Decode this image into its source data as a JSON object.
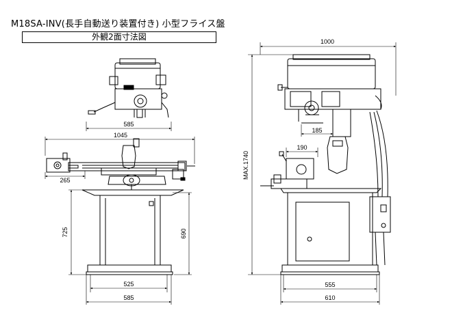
{
  "title": "M18SA-INV(長手自動送り装置付き) 小型フライス盤",
  "subtitle": "外観2面寸法図",
  "front_view": {
    "dim_585_top": "585",
    "dim_1045": "1045",
    "dim_265": "265",
    "dim_725": "725",
    "dim_690": "690",
    "dim_525": "525",
    "dim_585_bottom": "585"
  },
  "side_view": {
    "dim_1000": "1000",
    "dim_max_1740": "MAX.1740",
    "dim_185": "185",
    "dim_190": "190",
    "dim_555": "555",
    "dim_610": "610"
  }
}
